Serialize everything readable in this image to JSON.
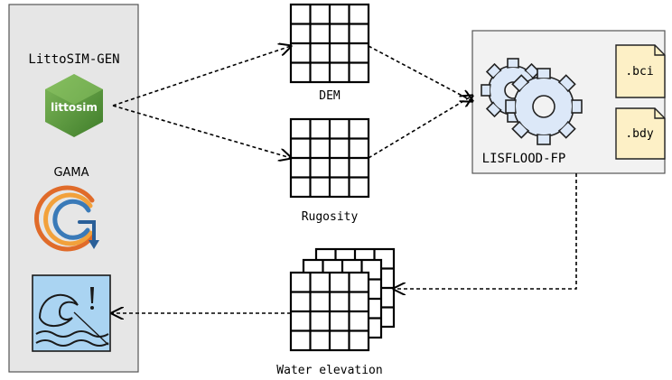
{
  "left_panel": {
    "app_name": "LittoSIM-GEN",
    "logo_text": "littosim",
    "platform_name": "GAMA"
  },
  "grids": {
    "dem_label": "DEM",
    "rugosity_label": "Rugosity",
    "water_label": "Water elevation"
  },
  "lisflood": {
    "label": "LISFLOOD-FP",
    "files": [
      ".bci",
      ".bdy"
    ]
  },
  "colors": {
    "panel_fill": "#e6e6e6",
    "lisflood_fill": "#f2f2f2",
    "gear_fill": "#dce8f8",
    "file_fill": "#fdf0c6",
    "logo_green": "#5b9a3c",
    "icon_blue": "#aad4f2"
  },
  "icons": [
    "gear-icon",
    "file-icon",
    "littosim-logo-icon",
    "gama-logo-icon",
    "flood-wave-icon"
  ]
}
